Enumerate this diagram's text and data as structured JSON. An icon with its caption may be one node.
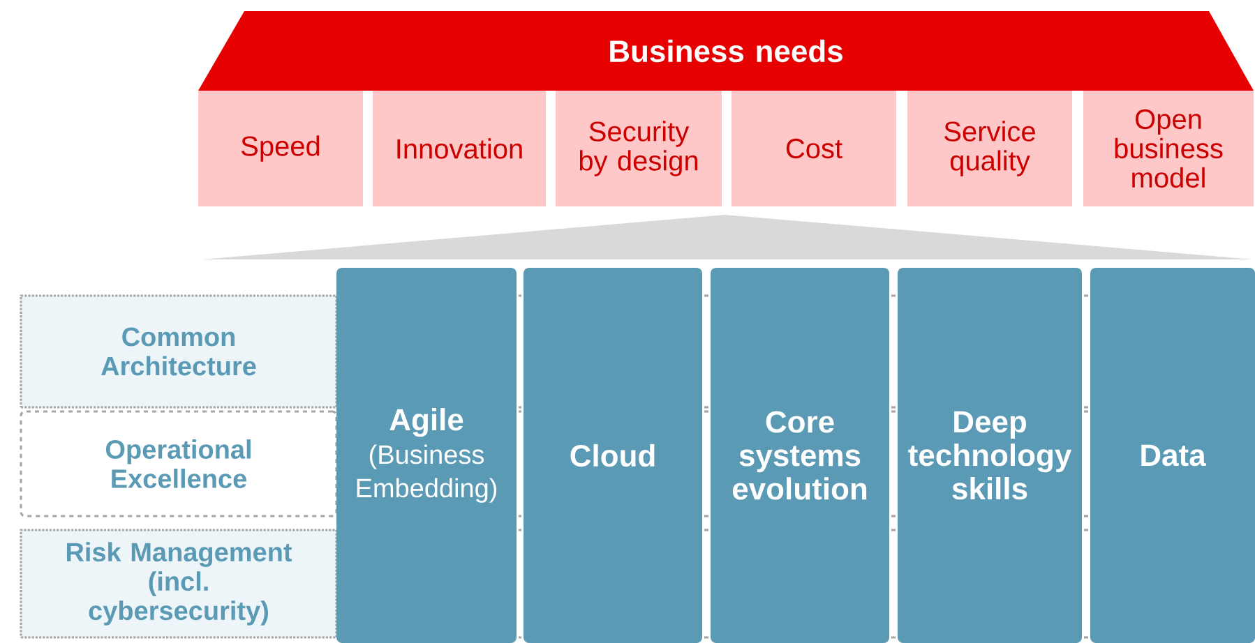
{
  "diagram": {
    "nodes": [
      {
        "text": [
          "Business needs"
        ]
      },
      {
        "text": [
          "Speed"
        ]
      },
      {
        "text": [
          "Innovation"
        ]
      },
      {
        "text": [
          "Security by design"
        ]
      },
      {
        "text": [
          "Cost"
        ]
      },
      {
        "text": [
          "Service quality"
        ]
      },
      {
        "text": [
          "Open business model"
        ]
      },
      {
        "text": [
          "Common Architecture"
        ]
      },
      {
        "text": [
          "Operational Excellence"
        ]
      },
      {
        "text": [
          "Risk Management (incl. cybersecurity)"
        ]
      },
      {
        "text": [
          "Agile",
          "(Business Embedding)"
        ]
      },
      {
        "text": [
          "Cloud"
        ]
      },
      {
        "text": [
          "Core systems evolution"
        ]
      },
      {
        "text": [
          "Deep technology skills"
        ]
      },
      {
        "text": [
          "Data"
        ]
      }
    ]
  }
}
